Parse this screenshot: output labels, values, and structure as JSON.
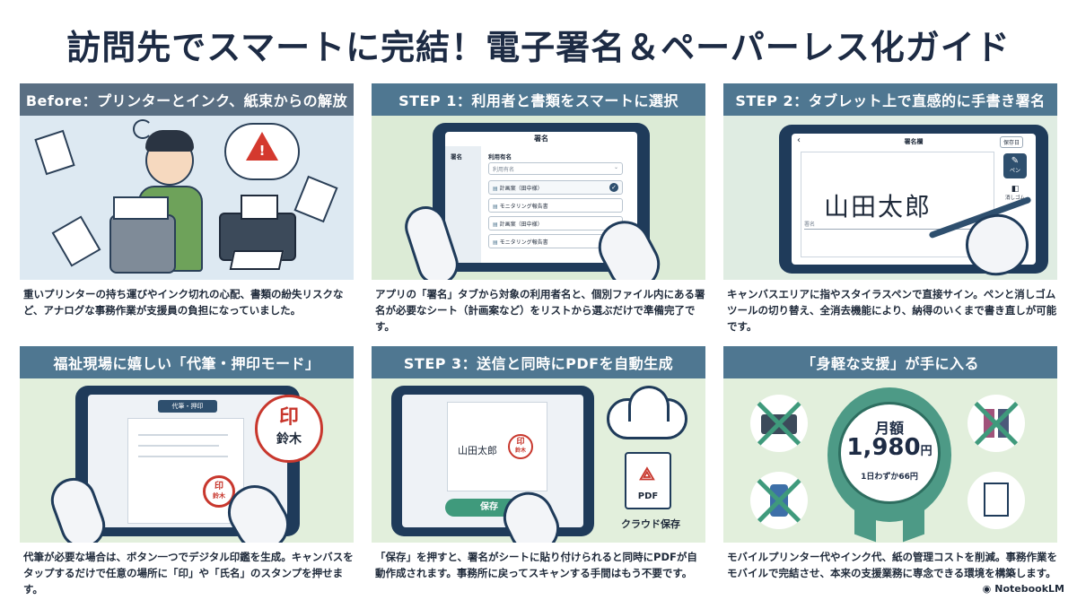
{
  "title": "訪問先でスマートに完結！電子署名＆ペーパーレス化ガイド",
  "panels": [
    {
      "header": "Before：プリンターとインク、紙束からの解放",
      "text": "重いプリンターの持ち運びやインク切れの心配、書類の紛失リスクなど、アナログな事務作業が支援員の負担になっていました。"
    },
    {
      "header": "STEP 1：利用者と書類をスマートに選択",
      "text": "アプリの「署名」タブから対象の利用者名と、個別ファイル内にある署名が必要なシート（計画案など）をリストから選ぶだけで準備完了です。",
      "screen": {
        "title": "署名",
        "sidebar_label": "署名",
        "field_label": "利用有名",
        "select_placeholder": "利用有名",
        "items": [
          "計画案（田中様）",
          "モニタリング報告書",
          "計画案（田中様）",
          "モニタリング報告書"
        ]
      }
    },
    {
      "header": "STEP 2：タブレット上で直感的に手書き署名",
      "text": "キャンバスエリアに指やスタイラスペンで直接サイン。ペンと消しゴムツールの切り替え、全消去機能により、納得のいくまで書き直しが可能です。",
      "screen": {
        "back": "‹",
        "title": "署名欄",
        "save": "保存日",
        "pen_label": "ペン",
        "eraser_label": "消しゴム",
        "signature": "山田太郎",
        "line_label": "署名"
      }
    },
    {
      "header": "福祉現場に嬉しい「代筆・押印モード」",
      "text": "代筆が必要な場合は、ボタン一つでデジタル印鑑を生成。キャンバスをタップするだけで任意の場所に「印」や「氏名」のスタンプを押せます。",
      "screen": {
        "tab_label": "代筆・押印",
        "stamp_big_top": "印",
        "stamp_big_bottom": "鈴木",
        "stamp_small_top": "印",
        "stamp_small_bottom": "鈴木"
      }
    },
    {
      "header": "STEP 3：送信と同時にPDFを自動生成",
      "text": "「保存」を押すと、署名がシートに貼り付けられると同時にPDFが自動作成されます。事務所に戻ってスキャンする手間はもう不要です。",
      "screen": {
        "signature": "山田太郎",
        "stamp_top": "印",
        "stamp_bottom": "鈴木",
        "save_button": "保存",
        "pdf_label": "PDF",
        "cloud_label": "クラウド保存"
      }
    },
    {
      "header": "「身軽な支援」が手に入る",
      "text": "モバイルプリンター代やインク代、紙の管理コストを削減。事務作業をモバイルで完結させ、本来の支援業務に専念できる環境を構築します。",
      "badge": {
        "label": "月額",
        "price": "1,980",
        "unit": "円",
        "sub": "1日わずか66円"
      }
    }
  ],
  "footer": {
    "logo": "NotebookLM"
  },
  "colors": {
    "navy": "#1d2b44",
    "header_dark": "#5a6f83",
    "header_teal": "#4f7791",
    "stamp_red": "#c8372d",
    "accent_green": "#3f9a7c",
    "badge_green": "#4d9a86"
  }
}
